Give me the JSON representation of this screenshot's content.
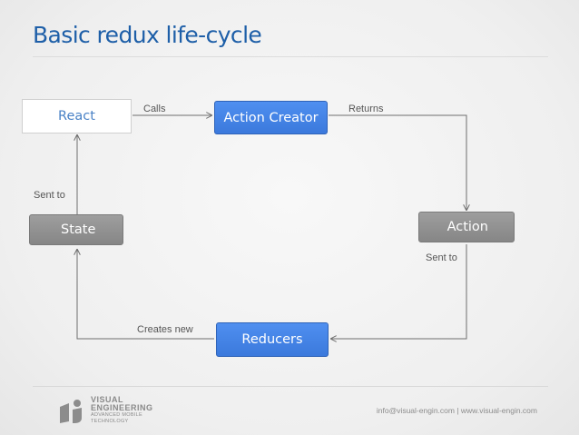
{
  "slide": {
    "title": "Basic redux life-cycle"
  },
  "nodes": {
    "react": "React",
    "action_creator": "Action Creator",
    "state": "State",
    "action": "Action",
    "reducers": "Reducers"
  },
  "edges": {
    "calls": "Calls",
    "returns": "Returns",
    "sent_to_action": "Sent to",
    "creates_new": "Creates new",
    "sent_to_react": "Sent to"
  },
  "footer": {
    "logo_line1": "VISUAL",
    "logo_line2": "ENGINEERING",
    "logo_line3": "ADVANCED MOBILE",
    "logo_line4": "TECHNOLOGY",
    "contact": "info@visual-engin.com | www.visual-engin.com"
  },
  "colors": {
    "title": "#1e5fa8",
    "blue_box": "#3b79dc",
    "gray_box": "#8e8e8e",
    "line": "#6e6e6e"
  }
}
